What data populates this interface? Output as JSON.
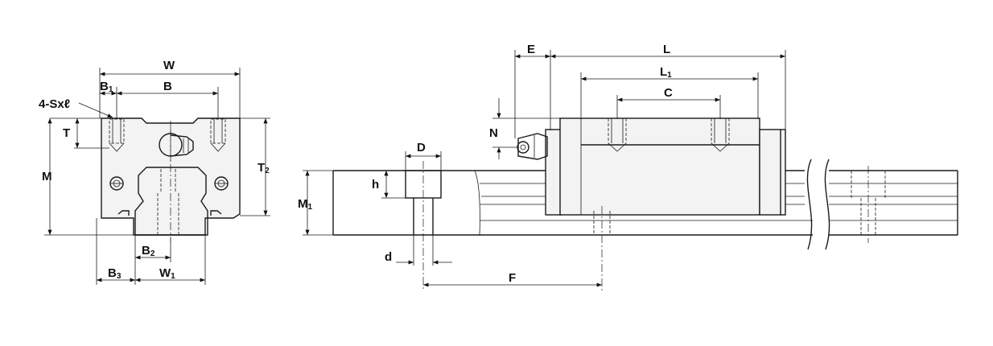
{
  "labels": {
    "W": "W",
    "B1": "B",
    "B1_sub": "1",
    "B": "B",
    "hole_note": "4-Sxℓ",
    "T": "T",
    "M": "M",
    "T2": "T",
    "T2_sub": "2",
    "B2": "B",
    "B2_sub": "2",
    "B3": "B",
    "B3_sub": "3",
    "W1": "W",
    "W1_sub": "1",
    "E": "E",
    "L": "L",
    "L1": "L",
    "L1_sub": "1",
    "C": "C",
    "N": "N",
    "D": "D",
    "h": "h",
    "M1": "M",
    "M1_sub": "1",
    "d": "d",
    "F": "F"
  }
}
